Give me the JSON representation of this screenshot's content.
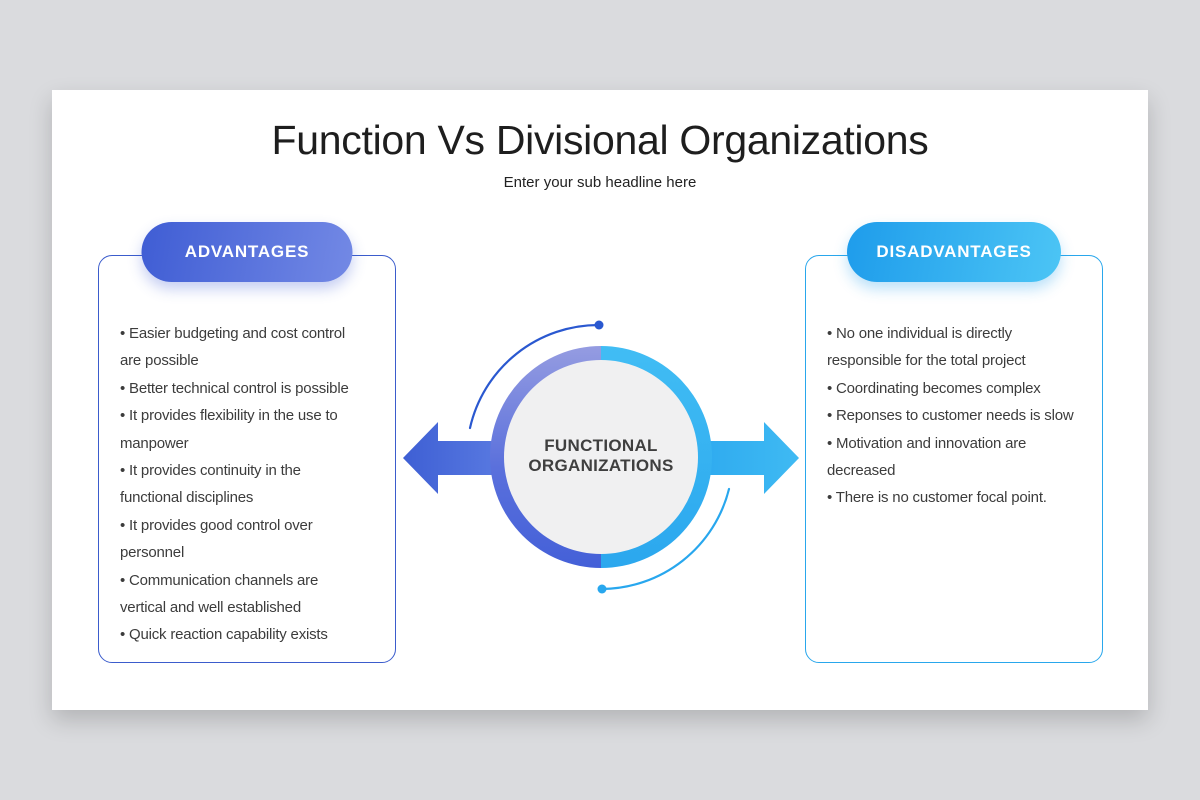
{
  "slide": {
    "title": "Function Vs Divisional Organizations",
    "subtitle": "Enter your sub headline here"
  },
  "center": {
    "label": "FUNCTIONAL ORGANIZATIONS",
    "label_lines": [
      "FUNCTIONAL",
      "ORGANIZATIONS"
    ]
  },
  "advantages": {
    "badge_label": "ADVANTAGES",
    "items": [
      {
        "text": "Easier budgeting and cost control are possible",
        "lines": [
          "• Easier budgeting and cost control",
          "are possible"
        ]
      },
      {
        "text": "Better technical control is possible",
        "lines": [
          "• Better technical control is possible"
        ]
      },
      {
        "text": "It provides flexibility in the use to manpower",
        "lines": [
          "• It provides flexibility in the use to",
          "manpower"
        ]
      },
      {
        "text": "It provides continuity in the functional disciplines",
        "lines": [
          "• It provides continuity in the",
          "functional disciplines"
        ]
      },
      {
        "text": "It provides good control over personnel",
        "lines": [
          "• It provides good control over",
          "personnel"
        ]
      },
      {
        "text": "Communication channels are vertical and well established",
        "lines": [
          "• Communication channels are",
          "vertical and well established"
        ]
      },
      {
        "text": "Quick reaction capability exists",
        "lines": [
          "• Quick reaction capability exists"
        ]
      }
    ]
  },
  "disadvantages": {
    "badge_label": "DISADVANTAGES",
    "items": [
      {
        "text": "No one individual is directly responsible for the total project",
        "lines": [
          "• No one individual is directly",
          "responsible for the total project"
        ]
      },
      {
        "text": "Coordinating becomes complex",
        "lines": [
          "• Coordinating becomes complex"
        ]
      },
      {
        "text": "Reponses to customer needs is slow",
        "lines": [
          "• Reponses to customer needs is slow"
        ]
      },
      {
        "text": "Motivation and innovation are decreased",
        "lines": [
          "• Motivation and innovation are",
          "decreased"
        ]
      },
      {
        "text": "There is no customer focal point.",
        "lines": [
          "• There is no customer focal point."
        ]
      }
    ]
  },
  "colors": {
    "page_background": "#DADBDE",
    "slide_background": "#FFFFFF",
    "title_text": "#1E1E1E",
    "body_text": "#3C3C3C",
    "advantages_accent_dark": "#3F5DD4",
    "advantages_accent_light": "#7389E5",
    "advantages_border": "#3B5CCC",
    "disadvantages_accent_dark": "#1E9CEB",
    "disadvantages_accent_light": "#4CC5F5",
    "disadvantages_border": "#29A7EC",
    "ring_left_top": "#959CE1",
    "ring_left_bottom": "#4460D8",
    "ring_right_top": "#41BDF4",
    "ring_right_bottom": "#2BA7EE",
    "top_arc": "#2A58D0",
    "bottom_arc": "#28A7EE",
    "inner_circle": "#F0F0F1"
  }
}
